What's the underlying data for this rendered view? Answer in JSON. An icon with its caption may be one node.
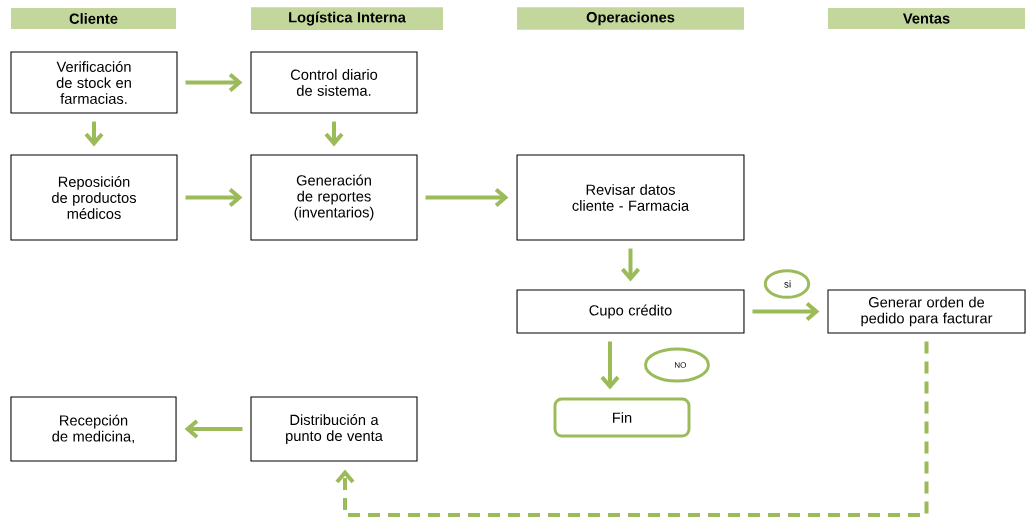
{
  "diagram": {
    "nodes": [
      {
        "text": [
          "Cliente"
        ]
      },
      {
        "text": [
          "Logística Interna"
        ]
      },
      {
        "text": [
          "Operaciones"
        ]
      },
      {
        "text": [
          "Ventas"
        ]
      },
      {
        "text": [
          "Verificación de stock en farmacias."
        ]
      },
      {
        "text": [
          "Control diario de sistema."
        ]
      },
      {
        "text": [
          "Reposición de productos médicos"
        ]
      },
      {
        "text": [
          "Generación de reportes (inventarios)"
        ]
      },
      {
        "text": [
          "Revisar datos cliente - Farmacia"
        ]
      },
      {
        "text": [
          "Cupo crédito"
        ]
      },
      {
        "text": [
          "si"
        ]
      },
      {
        "text": [
          "Generar orden de pedido para facturar"
        ]
      },
      {
        "text": [
          "NO"
        ]
      },
      {
        "text": [
          "Fin"
        ]
      },
      {
        "text": [
          "Recepción de medicina,"
        ]
      },
      {
        "text": [
          "Distribución a punto de venta"
        ]
      }
    ],
    "edges": [
      {
        "from": 4,
        "to": 5,
        "arrow": "to"
      },
      {
        "from": 4,
        "to": 6,
        "arrow": "to"
      },
      {
        "from": 5,
        "to": 7,
        "arrow": "to"
      },
      {
        "from": 6,
        "to": 7,
        "arrow": "to"
      },
      {
        "from": 7,
        "to": 8,
        "arrow": "to"
      },
      {
        "from": 8,
        "to": 9,
        "arrow": "to"
      },
      {
        "from": 9,
        "to": 11,
        "arrow": "to"
      },
      {
        "from": 9,
        "to": 13,
        "arrow": "to"
      },
      {
        "from": 11,
        "to": 15,
        "arrow": "to",
        "style": "dashed"
      },
      {
        "from": 15,
        "to": 14,
        "arrow": "to"
      }
    ]
  }
}
